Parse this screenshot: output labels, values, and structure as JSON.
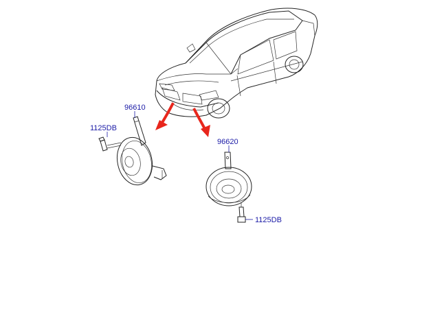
{
  "callouts": {
    "horn_left_part": "96610",
    "horn_right_part": "96620",
    "bolt_left_part": "1125DB",
    "bolt_right_part": "1125DB"
  },
  "colors": {
    "label": "#1a1aa6",
    "arrow": "#e8261c",
    "line": "#222222"
  },
  "icons": [
    "car-illustration",
    "horn-low-icon",
    "horn-high-icon",
    "bolt-icon",
    "arrow-icon"
  ]
}
